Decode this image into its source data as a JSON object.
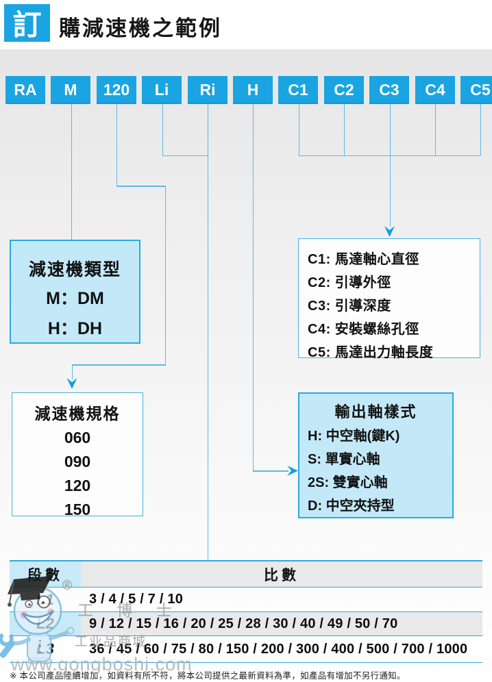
{
  "header": {
    "badge": "訂",
    "title": "購減速機之範例"
  },
  "code_row": [
    "RA",
    "M",
    "120",
    "Li",
    "Ri",
    "H",
    "C1",
    "C2",
    "C3",
    "C4",
    "C5"
  ],
  "boxes": {
    "type": {
      "title": "減速機類型",
      "line1": "M：DM",
      "line2": "H：DH"
    },
    "spec": {
      "title": "減速機規格",
      "line1": "060",
      "line2": "090",
      "line3": "120",
      "line4": "150"
    },
    "c_desc": {
      "line1": "C1: 馬達軸心直徑",
      "line2": "C2: 引導外徑",
      "line3": "C3: 引導深度",
      "line4": "C4: 安裝螺絲孔徑",
      "line5": "C5: 馬達出力軸長度"
    },
    "output": {
      "title": "輸出軸樣式",
      "line1": "H: 中空軸(鍵K)",
      "line2": "S: 單實心軸",
      "line3": "2S: 雙實心軸",
      "line4": "D: 中空夾持型"
    }
  },
  "table": {
    "header_stage": "段數",
    "header_ratio": "比數",
    "rows": [
      {
        "label": "L1",
        "values": "3 / 4 / 5 / 7 / 10"
      },
      {
        "label": "L2",
        "values": "9 / 12 / 15 / 16 / 20 / 25 / 28 / 30 / 40 / 49 / 50 / 70"
      },
      {
        "label": "L3",
        "values": "36 / 45 / 60 / 75 / 80 / 150 / 200 / 300 / 400 / 500 / 700 / 1000"
      }
    ]
  },
  "footnote": "※ 本公司產品陸續增加，如資料有所不符，將本公司提供之最新資料為準，如產品有增加不另行通知。",
  "watermark": {
    "registered": "®",
    "brand": "工 博 士",
    "subtitle": "工业品商城",
    "url": "www.gongboshi.com"
  },
  "colors": {
    "accent": "#1aa4e1",
    "connector": "#5cb9e6",
    "box_border": "#2aa9e0",
    "light_fill": "#c3e9f8",
    "table_blue": "#c8eaf8",
    "table_gray": "#e9e9e9"
  }
}
